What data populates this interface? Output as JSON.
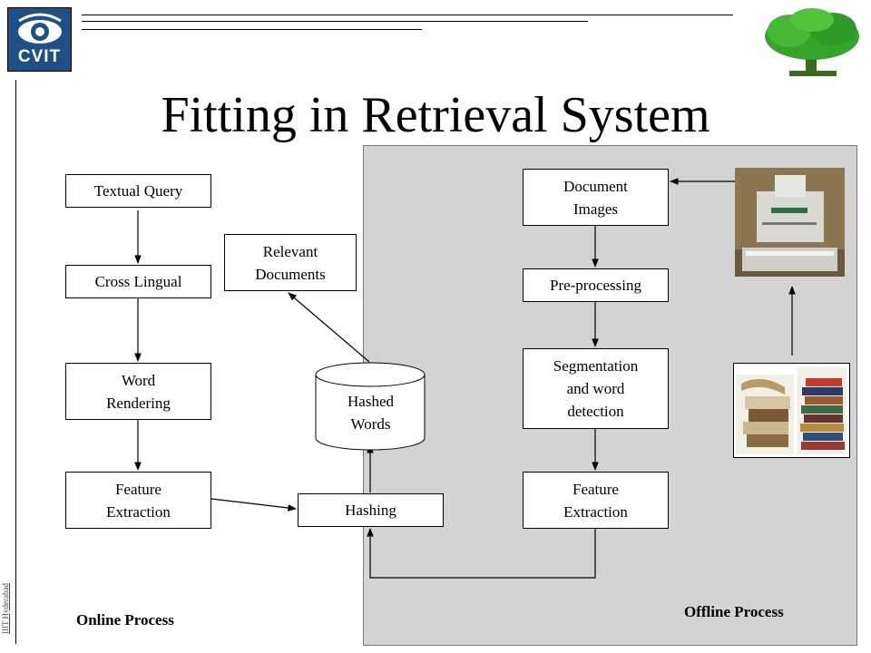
{
  "header": {
    "title": "Fitting in Retrieval System",
    "logo_text": "CVIT"
  },
  "footer": {
    "institute": "IIIT Hyderabad"
  },
  "online": {
    "label": "Online Process",
    "nodes": {
      "textual_query": "Textual Query",
      "cross_lingual": "Cross Lingual",
      "word_rendering": "Word\nRendering",
      "feature_extraction": "Feature\nExtraction",
      "relevant_documents": "Relevant\nDocuments",
      "hashed_words": "Hashed\nWords",
      "hashing": "Hashing"
    }
  },
  "offline": {
    "label": "Offline Process",
    "nodes": {
      "document_images": "Document\nImages",
      "pre_processing": "Pre-processing",
      "segmentation": "Segmentation\nand word\ndetection",
      "feature_extraction": "Feature\nExtraction"
    }
  },
  "images": {
    "scanner": "scanner-photo",
    "books": "books-photo",
    "tree": "tree-logo"
  }
}
